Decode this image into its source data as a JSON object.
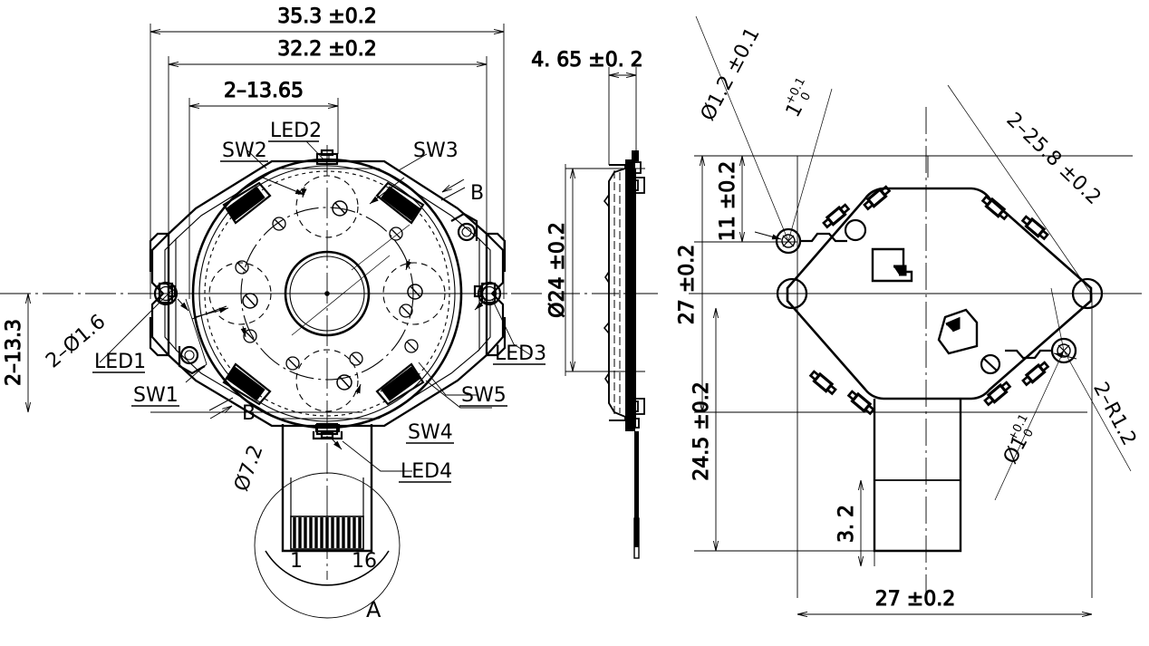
{
  "drawing": {
    "title": "Rotary encoder / switch assembly outline drawing",
    "units": "mm",
    "line_color": "#000000",
    "background": "#ffffff",
    "views": [
      {
        "name": "front-view",
        "label": "",
        "position": "left"
      },
      {
        "name": "side-section-view",
        "label": "",
        "position": "center"
      },
      {
        "name": "rear-view",
        "label": "",
        "position": "right"
      },
      {
        "name": "detail-view-a",
        "label": "A",
        "position": "bottom-left"
      }
    ]
  },
  "front_view": {
    "dimensions": {
      "overall_width": "35.3  ±0.2",
      "body_width": "32.2  ±0.2",
      "hole_pitch_horizontal": "2–13.65",
      "hole_pitch_vertical": "2–13.3",
      "mounting_hole": "2–Ø1.6",
      "shaft_bore": "Ø7.2"
    },
    "callouts": [
      {
        "name": "sw1",
        "label": "SW1"
      },
      {
        "name": "sw2",
        "label": "SW2"
      },
      {
        "name": "sw3",
        "label": "SW3"
      },
      {
        "name": "sw4",
        "label": "SW4"
      },
      {
        "name": "sw5",
        "label": "SW5"
      },
      {
        "name": "led1",
        "label": "LED1"
      },
      {
        "name": "led2",
        "label": "LED2"
      },
      {
        "name": "led3",
        "label": "LED3"
      },
      {
        "name": "led4",
        "label": "LED4"
      },
      {
        "name": "section-b-upper",
        "label": "B"
      },
      {
        "name": "section-b-lower",
        "label": "B"
      }
    ]
  },
  "side_view": {
    "dimensions": {
      "thickness": "4. 65  ±0. 2",
      "body_diameter": "Ø24 ±0.2"
    }
  },
  "rear_view": {
    "dimensions": {
      "pin_diameter": "Ø1.2 ±0.1",
      "pin_height_upper": "1",
      "pin_height_upper_tol_up": "+0.1",
      "pin_height_upper_tol_down": "0",
      "diagonal_pitch": "2–25.8 ±0.2",
      "boss_offset": "11 ±0.2",
      "overall_height": "27 ±0.2",
      "body_height": "24.5 ±0.2",
      "step_offset": "3. 2",
      "overall_width": "27  ±0.2",
      "corner_radius": "2–R1.2",
      "locating_pin": "Ø1",
      "locating_pin_tol_up": "+0.1",
      "locating_pin_tol_down": "0"
    }
  },
  "detail_a": {
    "label": "A",
    "pin_first": "1",
    "pin_last": "16",
    "pin_count": 16
  }
}
